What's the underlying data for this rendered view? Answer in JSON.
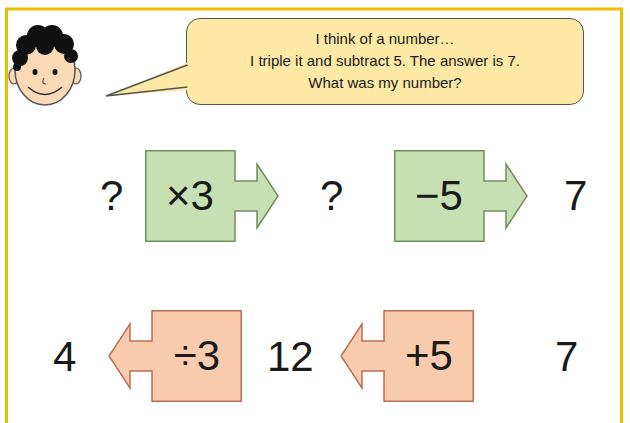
{
  "diagram": {
    "nodes": [
      {
        "text": [
          "I think of a number…",
          "I triple it and subtract 5. The answer is 7.",
          "What was my number?"
        ]
      },
      {
        "text": [
          "×3"
        ]
      },
      {
        "text": [
          "−5"
        ]
      },
      {
        "text": [
          "÷3"
        ]
      },
      {
        "text": [
          "+5"
        ]
      }
    ],
    "labels": [
      "?",
      "?",
      "7",
      "4",
      "12",
      "7"
    ]
  }
}
